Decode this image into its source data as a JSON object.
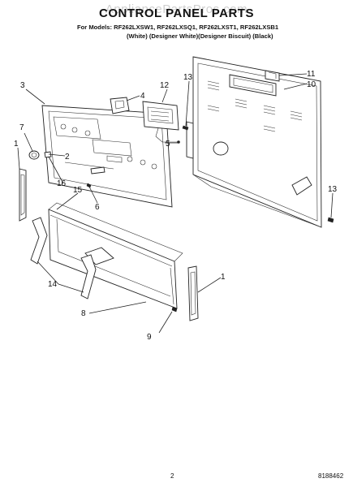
{
  "header": {
    "watermark": "AppliancePartsPros.com",
    "title": "CONTROL PANEL PARTS",
    "models": "For Models: RF262LXSW1, RF262LXSQ1, RF262LXST1, RF262LXSB1",
    "colors": "(White)    (Designer White)(Designer Biscuit) (Black)"
  },
  "callouts": [
    "1",
    "2",
    "3",
    "4",
    "5",
    "6",
    "7",
    "8",
    "9",
    "10",
    "11",
    "12",
    "13",
    "13",
    "14",
    "15",
    "16",
    "1"
  ],
  "footer": {
    "page": "2",
    "doc_number": "8188462"
  }
}
